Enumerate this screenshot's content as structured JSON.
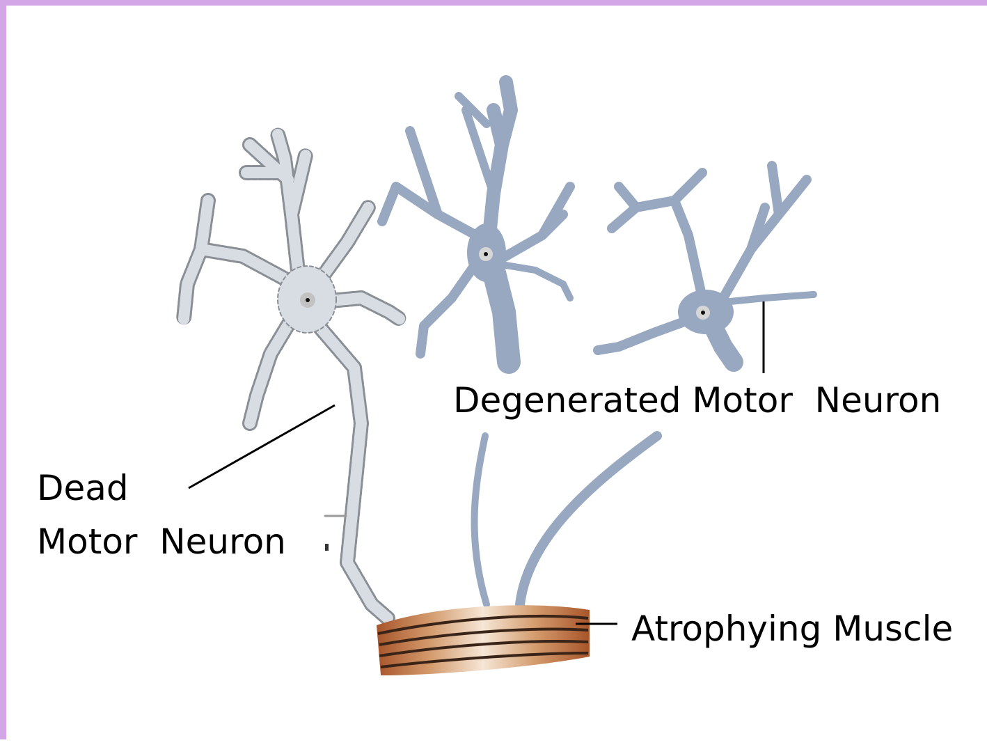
{
  "labels": {
    "dead_line1": "Dead",
    "dead_line2": "Motor  Neuron",
    "degenerated": "Degenerated Motor  Neuron",
    "muscle": "Atrophying Muscle"
  },
  "colors": {
    "border": "#d3a6e8",
    "dead_neuron_fill": "#d8dde4",
    "dead_neuron_outline": "#8a8f96",
    "degenerated_neuron": "#98a8c0",
    "muscle_light": "#f6e6d6",
    "muscle_dark": "#a8552a",
    "muscle_stripe": "#3a2418",
    "leader_line": "#000000"
  },
  "icons": {
    "dead_neuron": "dead-motor-neuron-icon",
    "degenerated_neuron_a": "degenerated-neuron-icon",
    "degenerated_neuron_b": "degenerated-neuron-icon",
    "muscle": "muscle-fiber-icon"
  }
}
